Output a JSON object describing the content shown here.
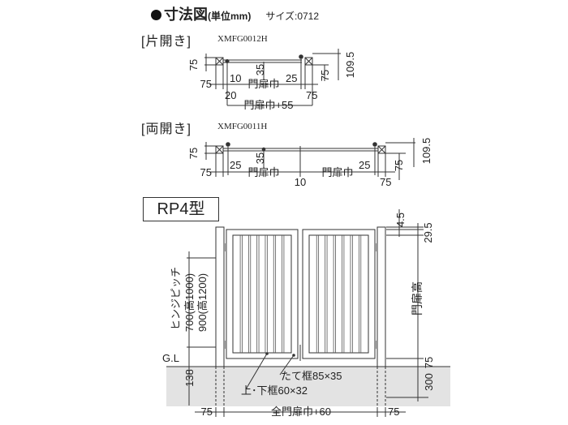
{
  "header": {
    "title": "寸法図",
    "unit": "(単位mm)",
    "size": "サイズ:0712"
  },
  "single": {
    "heading": "[片開き]",
    "model": "XMFG0012H",
    "dims": {
      "left_75": "75",
      "mid_35": "35",
      "right_109_5": "109.5",
      "bottom_75": "75",
      "d10": "10",
      "gate_width": "門扉巾",
      "d25": "25",
      "right_75": "75",
      "d20": "20",
      "plus55": "門扉巾+55",
      "far_75": "75"
    }
  },
  "double": {
    "heading": "[両開き]",
    "model": "XMFG0011H",
    "dims": {
      "left_75": "75",
      "mid_35": "35",
      "right_109_5": "109.5",
      "bottom_75": "75",
      "d25a": "25",
      "gate_width_a": "門扉巾",
      "d10": "10",
      "gate_width_b": "門扉巾",
      "d25b": "25",
      "right_75": "75",
      "far_75": "75"
    }
  },
  "rp4": {
    "label": "RP4型",
    "dims": {
      "d4_5": "4.5",
      "d29_5": "29.5",
      "gate_height": "門扉高",
      "hinge_pitch": "ヒンジピッチ",
      "h700": "700(高1000)",
      "h900": "900(高1200)",
      "gl": "G.L",
      "d75_right": "75",
      "d138": "138",
      "d300": "300",
      "frame_vertical": "たて框85×35",
      "frame_horizontal": "上･下框60×32",
      "bottom_left_75": "75",
      "total": "全門扉巾+60",
      "bottom_right_75": "75"
    }
  }
}
